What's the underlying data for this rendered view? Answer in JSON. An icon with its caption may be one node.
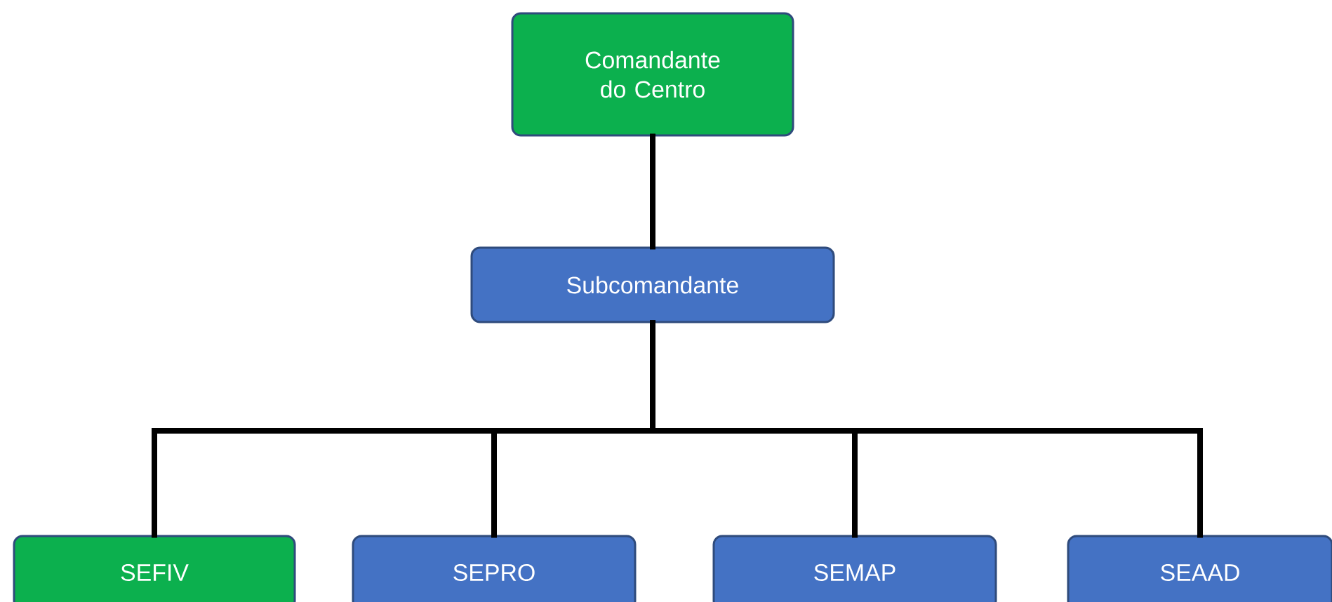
{
  "diagram": {
    "nodes": [
      {
        "text": [
          "Comandante do Centro"
        ]
      },
      {
        "text": [
          "Subcomandante"
        ]
      },
      {
        "text": [
          "SEFIV"
        ]
      },
      {
        "text": [
          "SEPRO"
        ]
      },
      {
        "text": [
          "SEMAP"
        ]
      },
      {
        "text": [
          "SEAAD"
        ]
      }
    ],
    "edges": [
      {
        "from": 0,
        "to": 1,
        "arrow": "none"
      },
      {
        "from": 1,
        "to": 2,
        "arrow": "none"
      },
      {
        "from": 1,
        "to": 3,
        "arrow": "none"
      },
      {
        "from": 1,
        "to": 4,
        "arrow": "none"
      },
      {
        "from": 1,
        "to": 5,
        "arrow": "none"
      }
    ]
  }
}
